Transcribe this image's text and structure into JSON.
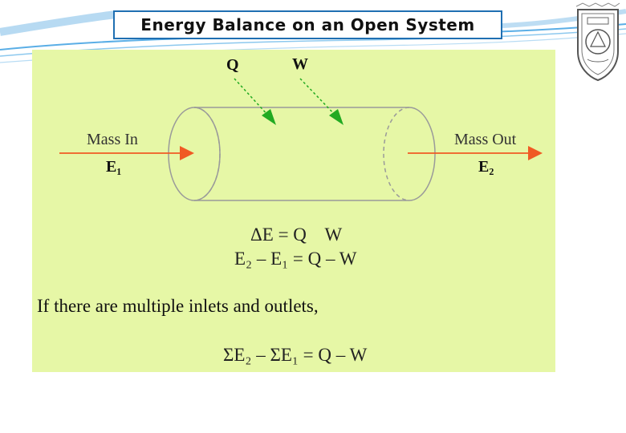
{
  "slide": {
    "title": "Energy Balance on an Open System"
  },
  "diagram": {
    "labels": {
      "heat": "Q",
      "work": "W",
      "mass_in": "Mass In",
      "mass_out": "Mass Out",
      "energy_in": "E₁",
      "energy_out": "E₂"
    },
    "colors": {
      "panel_background": "#e6f7a6",
      "mass_flow_arrow": "#f05a24",
      "energy_arrow": "#22aa22",
      "title_border": "#1f6fb2"
    }
  },
  "equations": {
    "balance": "ΔE = Q    W",
    "difference": "E₂ – E₁ = Q – W",
    "multiple_statement": "If there are multiple inlets and outlets,",
    "summation": "ΣE₂ – ΣE₁ = Q – W"
  },
  "icons": {
    "logo": "university-seal-icon"
  }
}
